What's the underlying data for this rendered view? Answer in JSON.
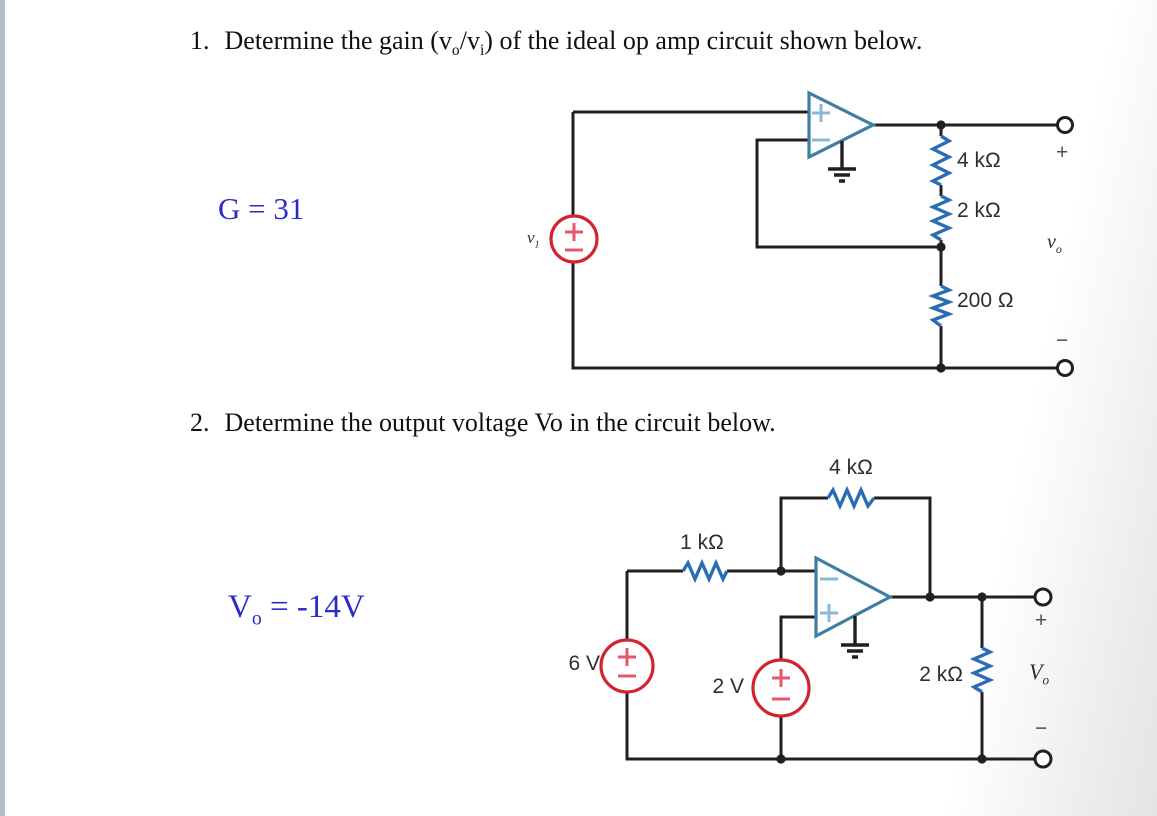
{
  "questions": {
    "q1": {
      "number": "1.",
      "part1": "Determine the gain (v",
      "sub1": "o",
      "part2": "/v",
      "sub2": "i",
      "part3": ") of the ideal op amp circuit shown below."
    },
    "q2": {
      "number": "2.",
      "part1": "Determine the output voltage Vo in the circuit below."
    }
  },
  "answers": {
    "gain": "G = 31",
    "vo_main": "V",
    "vo_sub": "o",
    "vo_rest": " = -14V"
  },
  "circuit1": {
    "source_label_main": "v",
    "source_label_sub": "1",
    "r_top": "4 kΩ",
    "r_mid": "2 kΩ",
    "r_bottom": "200 Ω",
    "term_plus": "+",
    "term_minus": "−",
    "vout_main": "v",
    "vout_sub": "o"
  },
  "circuit2": {
    "r_feedback": "4 kΩ",
    "r_input": "1 kΩ",
    "r_load": "2 kΩ",
    "source1": "6 V",
    "source2": "2 V",
    "term_plus": "+",
    "term_minus": "−",
    "vout_main": "V",
    "vout_sub": "o"
  },
  "colors": {
    "wire": "#231f20",
    "resistor_blue": "#2a6db5",
    "opamp_blue": "#3f7ea4",
    "opamp_sign_blue": "#8cb8d8",
    "source_red": "#d2232e",
    "source_sign_red": "#e4586b",
    "answer_blue": "#2a2ace",
    "label_gray": "#2f2e2e",
    "page_edge_strip": "#b4bcc4",
    "page_shadow": "#e2e4e6"
  }
}
